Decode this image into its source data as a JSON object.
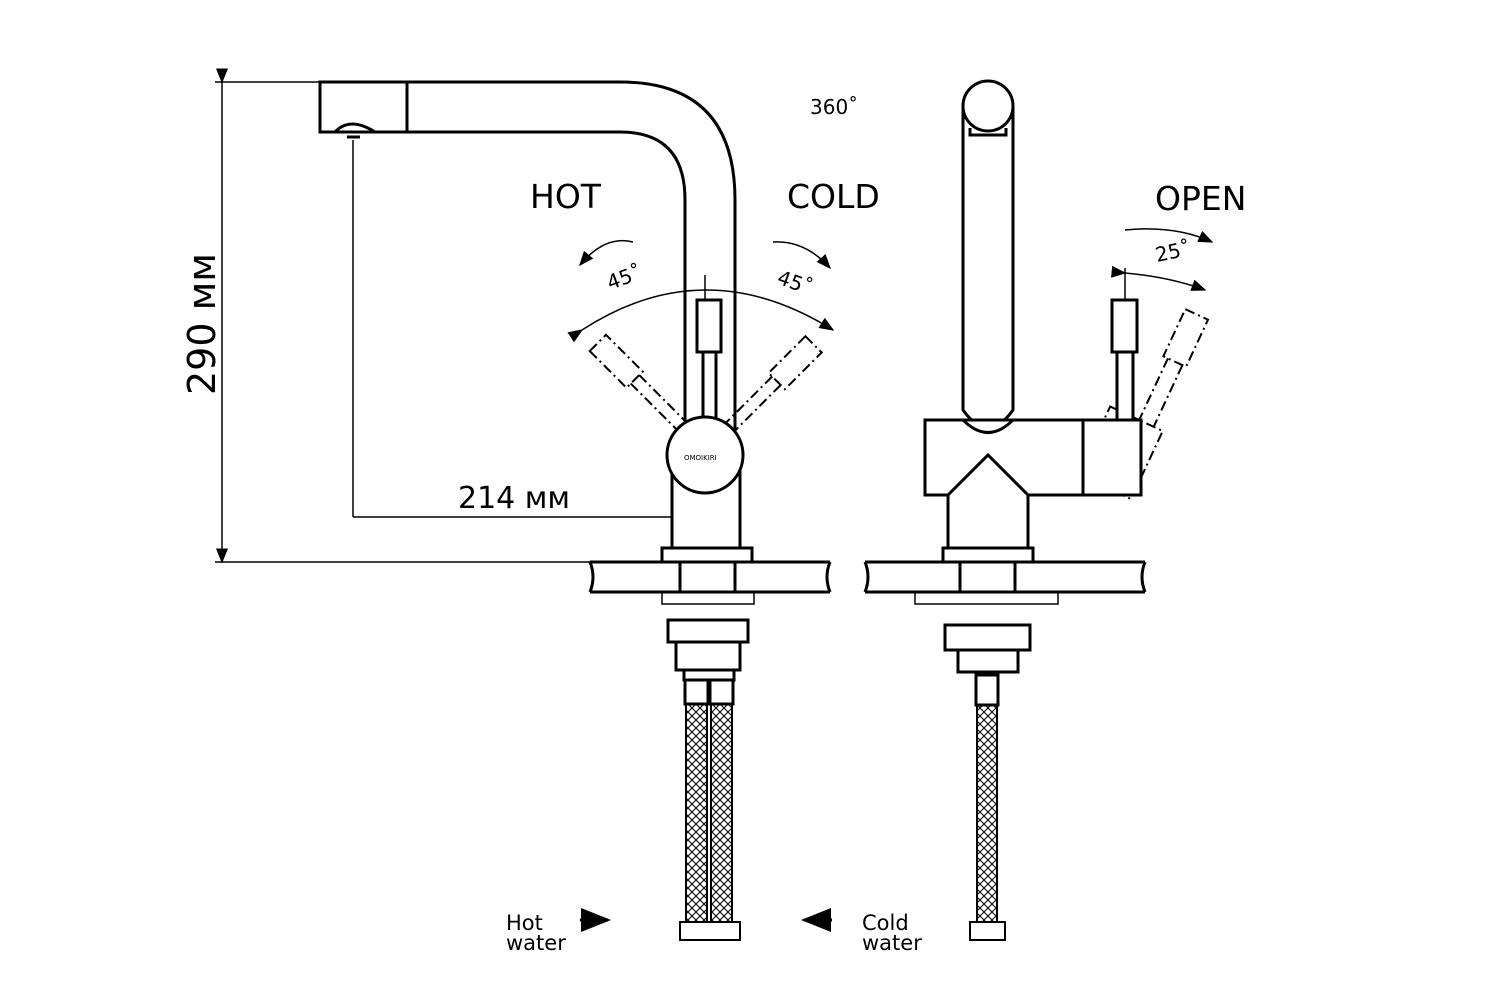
{
  "dimensions": {
    "height": "290 мм",
    "reach": "214 мм"
  },
  "rotation": "360˚",
  "front_view": {
    "hot": "HOT",
    "cold": "COLD",
    "hot_angle": "45˚",
    "cold_angle": "45˚",
    "logo": "OMOIKIRI"
  },
  "side_view": {
    "open": "OPEN",
    "open_angle": "25˚"
  },
  "inlets": {
    "hot_line1": "Hot",
    "hot_line2": "water",
    "cold_line1": "Cold",
    "cold_line2": "water"
  },
  "colors": {
    "line": "#000000",
    "background": "#ffffff"
  }
}
